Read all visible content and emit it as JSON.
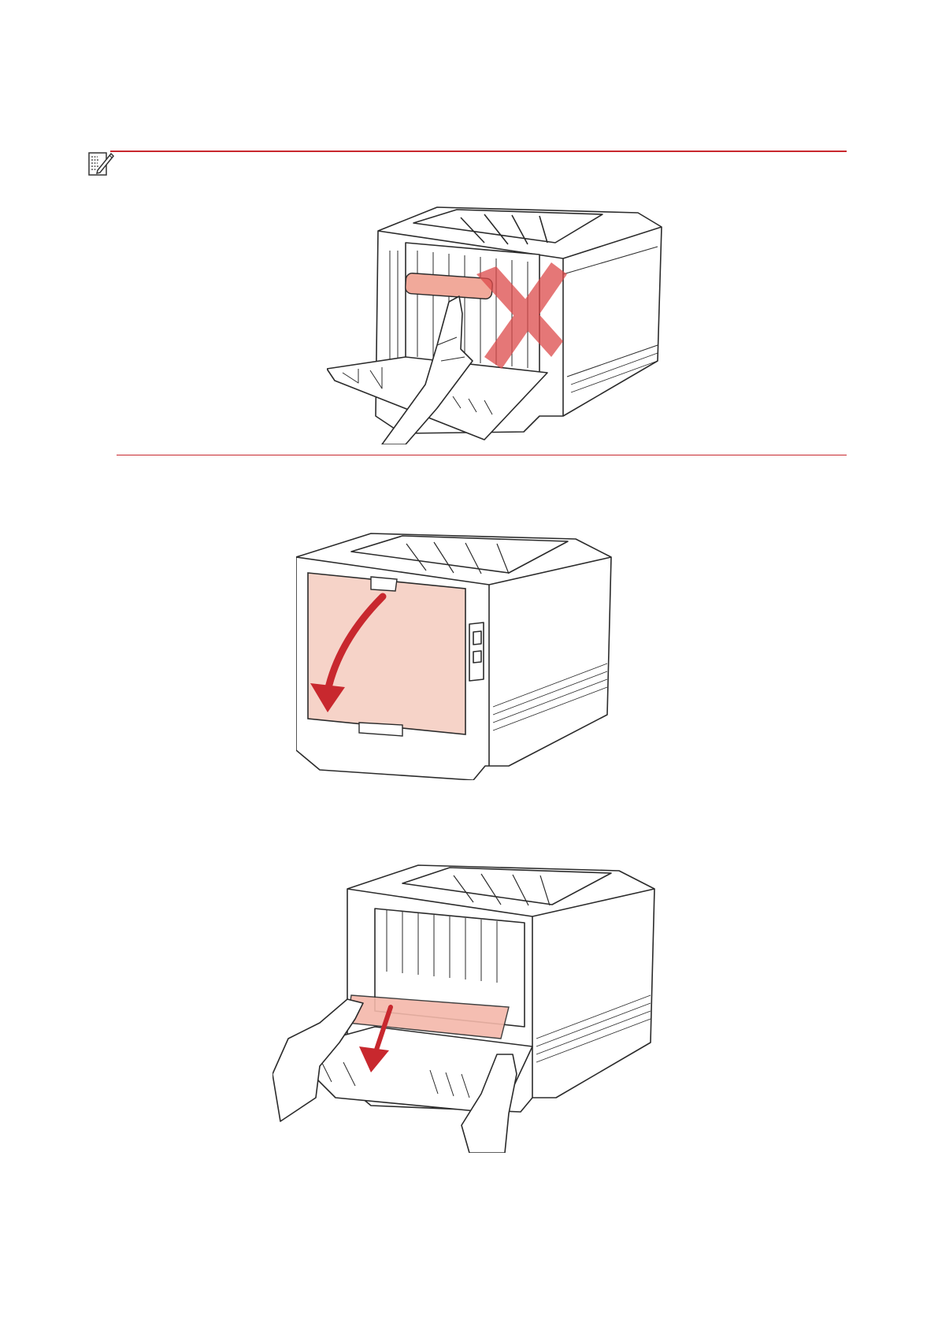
{
  "colors": {
    "accent_red": "#c8282e",
    "highlight_pink": "#f6d3c8",
    "line": "#2b2b2b",
    "cross_red": "#dd4a4a"
  },
  "note": {
    "icon": "note-pencil-icon"
  },
  "figures": [
    {
      "id": "warning",
      "icon": "printer-fuser-touch-prohibited-illustration"
    },
    {
      "id": "rear-door",
      "icon": "printer-open-rear-door-illustration"
    },
    {
      "id": "fuser",
      "icon": "printer-remove-jammed-paper-illustration"
    }
  ]
}
